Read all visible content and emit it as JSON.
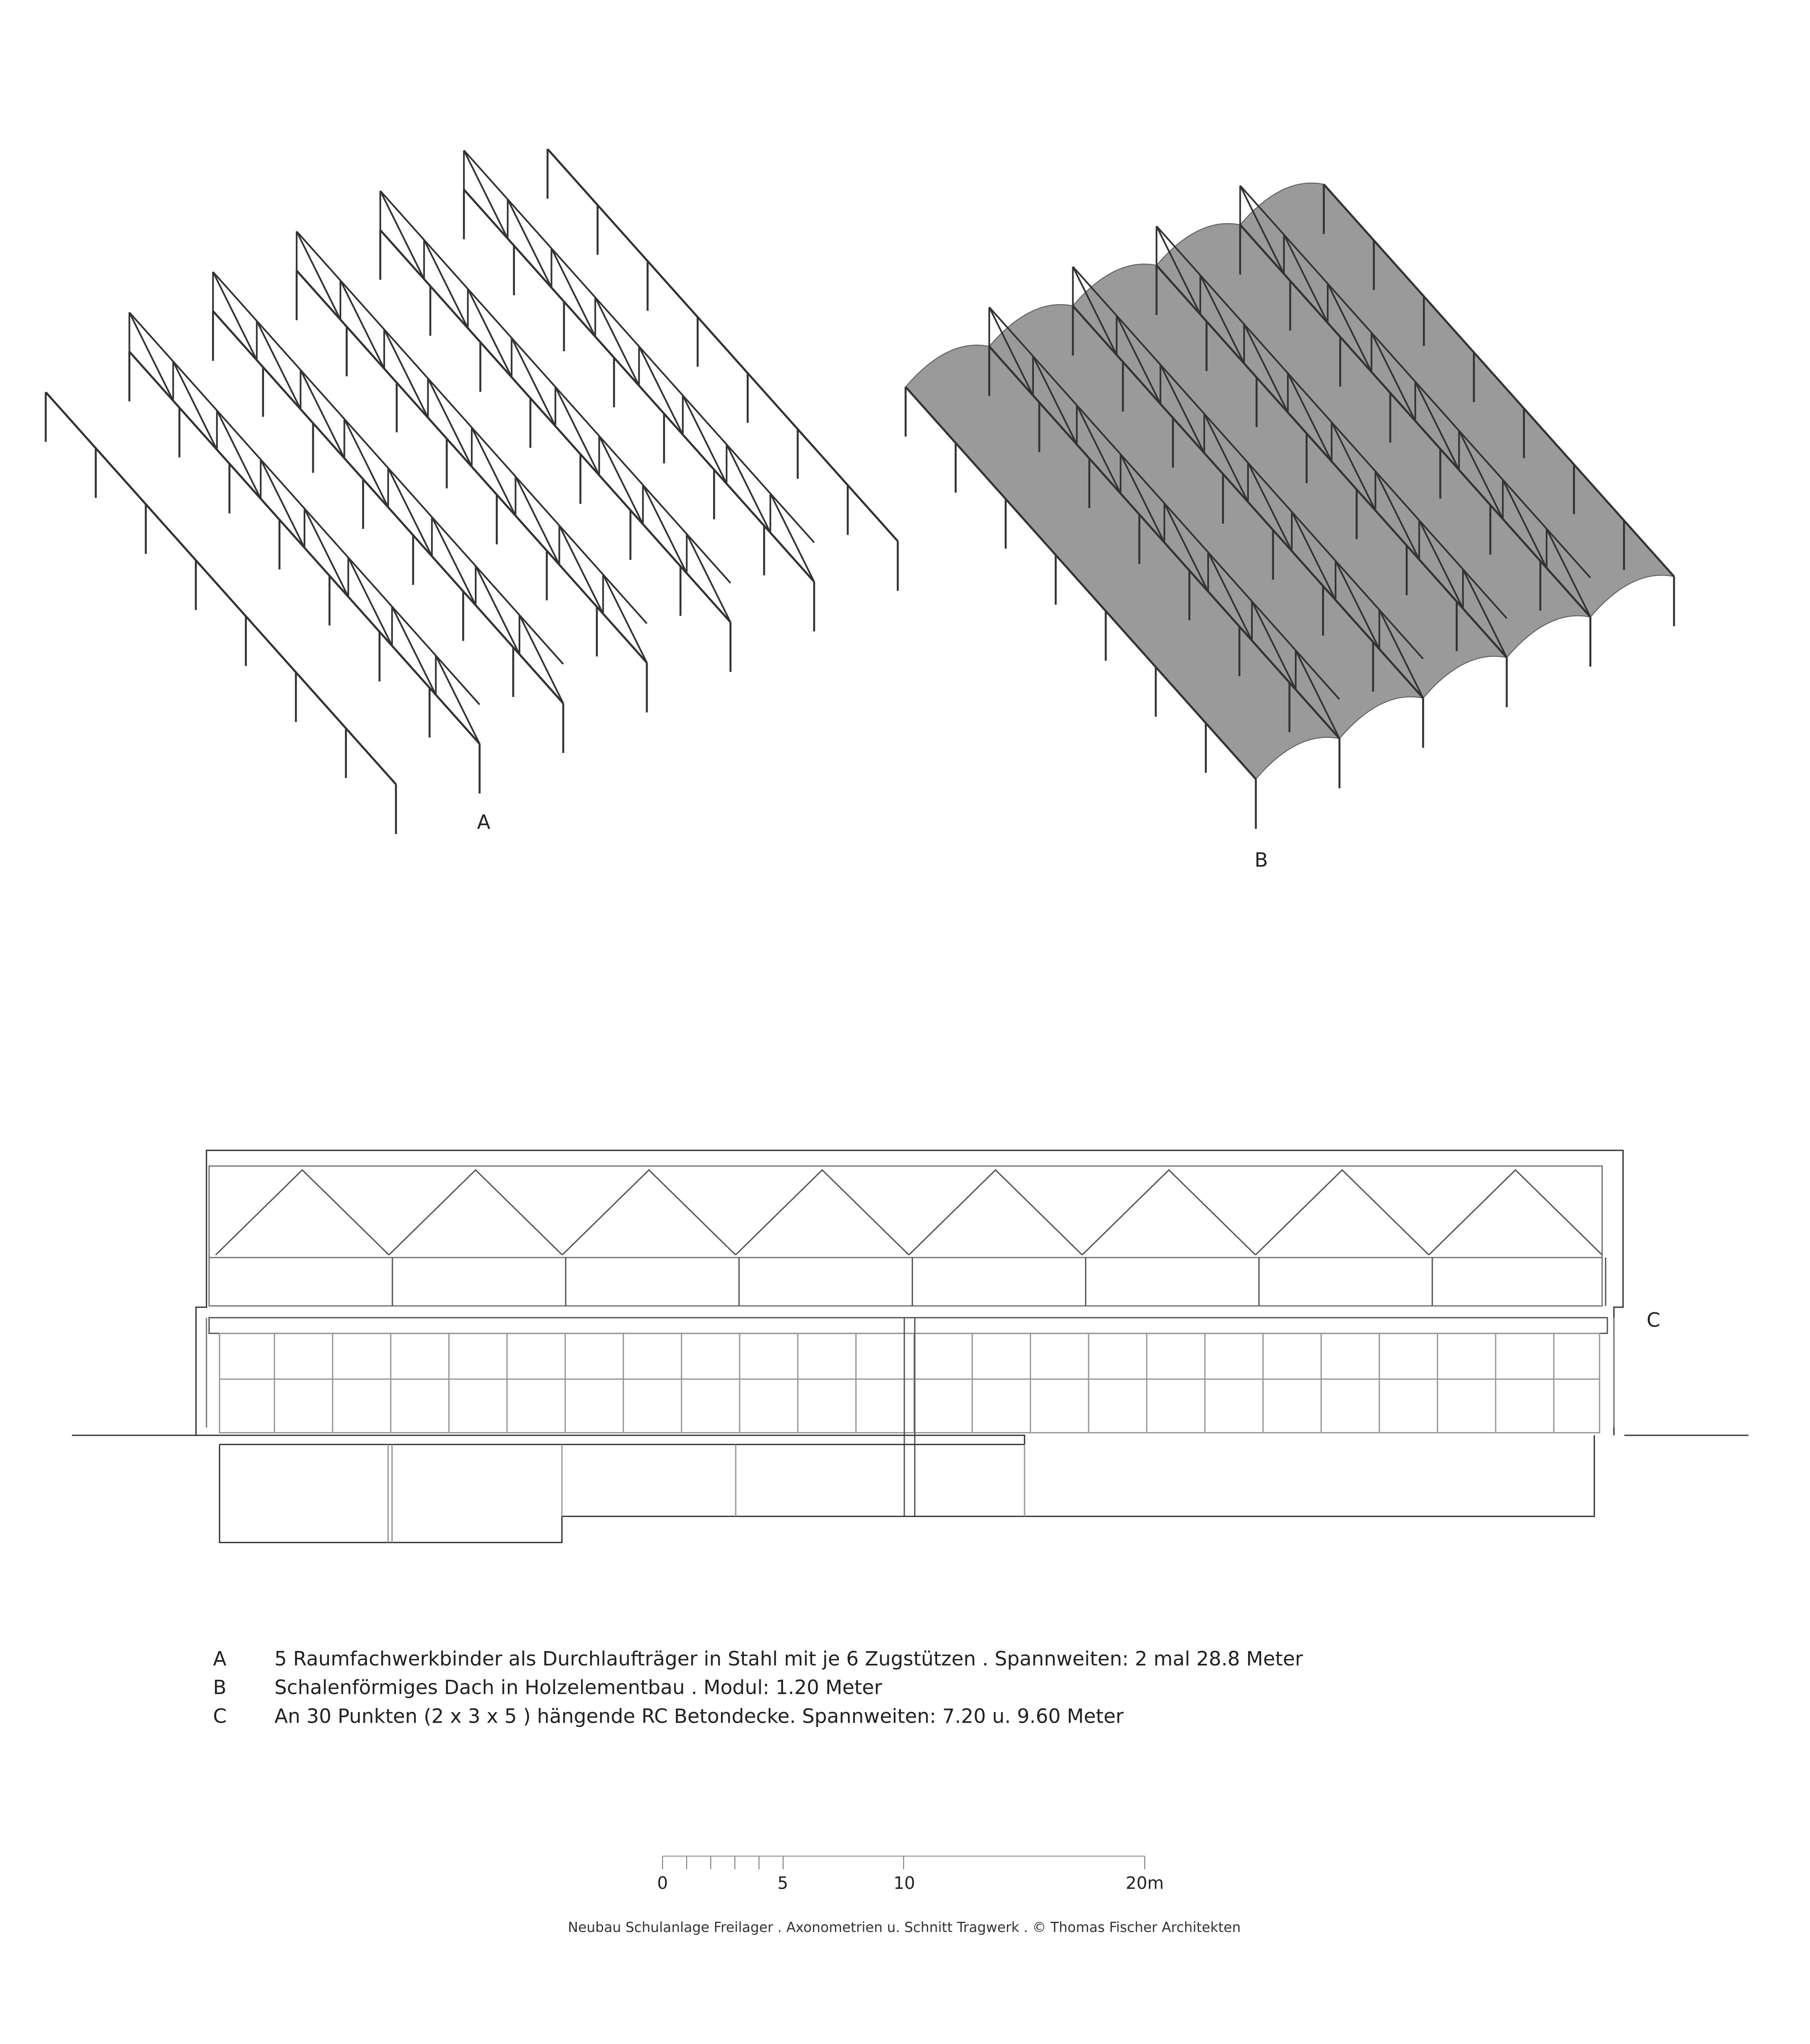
{
  "drawings": {
    "a_label": "A",
    "b_label": "B",
    "c_label": "C"
  },
  "legend": [
    {
      "key": "A",
      "text": "5 Raumfachwerkbinder als Durchlaufträger in Stahl mit je 6 Zugstützen . Spannweiten: 2 mal 28.8 Meter"
    },
    {
      "key": "B",
      "text": "Schalenförmiges Dach in Holzelementbau . Modul: 1.20 Meter"
    },
    {
      "key": "C",
      "text": "An 30 Punkten (2 x 3 x 5 ) hängende RC Betondecke. Spannweiten: 7.20 u. 9.60 Meter"
    }
  ],
  "scale_bar": {
    "labels": [
      "0",
      "5",
      "10",
      "20m"
    ],
    "values": [
      0,
      5,
      10,
      20
    ],
    "minor_ticks": [
      1,
      2,
      3,
      4
    ]
  },
  "caption": "Neubau Schulanlage Freilager . Axonometrien u. Schnitt Tragwerk . © Thomas Fischer Architekten",
  "colors": {
    "line": "#333333",
    "shell": "#9a9a9a",
    "thin": "#777777"
  }
}
